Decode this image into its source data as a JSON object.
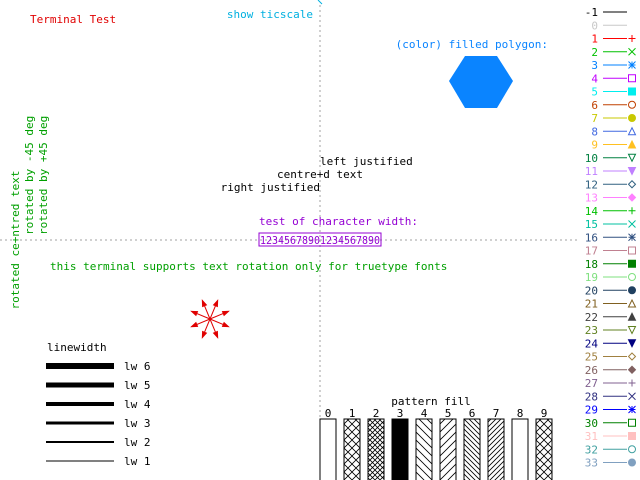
{
  "title": "Terminal Test",
  "ticscale": "show ticscale",
  "polygon_label": "(color) filled polygon:",
  "justify": {
    "left": "left justified",
    "centre": "centre+d text",
    "right": "right justified"
  },
  "char_width_label": "test of character width:",
  "char_width_string": "12345678901234567890",
  "rotation_note": "this terminal supports text rotation only for truetype fonts",
  "rotated": {
    "centred": "rotated ce+ntred text",
    "minus45": "rotated by -45 deg",
    "plus45": "rotated by +45 deg"
  },
  "linewidth": {
    "title": "linewidth",
    "items": [
      {
        "label": "lw 6",
        "width": 6
      },
      {
        "label": "lw 5",
        "width": 5
      },
      {
        "label": "lw 4",
        "width": 4
      },
      {
        "label": "lw 3",
        "width": 3
      },
      {
        "label": "lw 2",
        "width": 2
      },
      {
        "label": "lw 1",
        "width": 1
      }
    ]
  },
  "pattern": {
    "title": "pattern fill",
    "items": [
      {
        "label": "0",
        "kind": "empty"
      },
      {
        "label": "1",
        "kind": "cross"
      },
      {
        "label": "2",
        "kind": "cross-dense"
      },
      {
        "label": "3",
        "kind": "solid"
      },
      {
        "label": "4",
        "kind": "back"
      },
      {
        "label": "5",
        "kind": "fwd"
      },
      {
        "label": "6",
        "kind": "back-dense"
      },
      {
        "label": "7",
        "kind": "fwd-dense"
      },
      {
        "label": "8",
        "kind": "empty"
      },
      {
        "label": "9",
        "kind": "cross"
      }
    ]
  },
  "linetypes": [
    {
      "label": "-1",
      "color": "#000000",
      "symbol": "none"
    },
    {
      "label": "0",
      "color": "#c8c8c8",
      "symbol": "none"
    },
    {
      "label": "1",
      "color": "#ff0000",
      "symbol": "plus"
    },
    {
      "label": "2",
      "color": "#00c000",
      "symbol": "cross"
    },
    {
      "label": "3",
      "color": "#0080ff",
      "symbol": "star"
    },
    {
      "label": "4",
      "color": "#c000ff",
      "symbol": "box"
    },
    {
      "label": "5",
      "color": "#00eeee",
      "symbol": "fbox"
    },
    {
      "label": "6",
      "color": "#c04000",
      "symbol": "circle"
    },
    {
      "label": "7",
      "color": "#c8c800",
      "symbol": "fcircle"
    },
    {
      "label": "8",
      "color": "#4169e1",
      "symbol": "tri"
    },
    {
      "label": "9",
      "color": "#ffc020",
      "symbol": "ftri"
    },
    {
      "label": "10",
      "color": "#008040",
      "symbol": "itri"
    },
    {
      "label": "11",
      "color": "#c080ff",
      "symbol": "fitri"
    },
    {
      "label": "12",
      "color": "#306080",
      "symbol": "diamond"
    },
    {
      "label": "13",
      "color": "#ff80ff",
      "symbol": "fdiamond"
    },
    {
      "label": "14",
      "color": "#00c000",
      "symbol": "plus"
    },
    {
      "label": "15",
      "color": "#00c0a0",
      "symbol": "cross"
    },
    {
      "label": "16",
      "color": "#305080",
      "symbol": "star"
    },
    {
      "label": "17",
      "color": "#c08090",
      "symbol": "box"
    },
    {
      "label": "18",
      "color": "#008000",
      "symbol": "fbox"
    },
    {
      "label": "19",
      "color": "#7fe07f",
      "symbol": "circle"
    },
    {
      "label": "20",
      "color": "#204060",
      "symbol": "fcircle"
    },
    {
      "label": "21",
      "color": "#806020",
      "symbol": "tri"
    },
    {
      "label": "22",
      "color": "#404040",
      "symbol": "ftri"
    },
    {
      "label": "23",
      "color": "#608020",
      "symbol": "itri"
    },
    {
      "label": "24",
      "color": "#000080",
      "symbol": "fitri"
    },
    {
      "label": "25",
      "color": "#a08040",
      "symbol": "diamond"
    },
    {
      "label": "26",
      "color": "#806060",
      "symbol": "fdiamond"
    },
    {
      "label": "27",
      "color": "#806090",
      "symbol": "plus"
    },
    {
      "label": "28",
      "color": "#303080",
      "symbol": "cross"
    },
    {
      "label": "29",
      "color": "#0000ff",
      "symbol": "star"
    },
    {
      "label": "30",
      "color": "#008000",
      "symbol": "box"
    },
    {
      "label": "31",
      "color": "#ffc0c0",
      "symbol": "fbox"
    },
    {
      "label": "32",
      "color": "#40a0a0",
      "symbol": "circle"
    },
    {
      "label": "33",
      "color": "#80a0c0",
      "symbol": "fcircle"
    }
  ],
  "colors": {
    "title": "#e00000",
    "ticscale": "#00b0e0",
    "polygon": "#0a84ff",
    "purple": "#9400d3",
    "green": "#00a000",
    "red": "#e00000",
    "axis": "#a0a0a0"
  }
}
